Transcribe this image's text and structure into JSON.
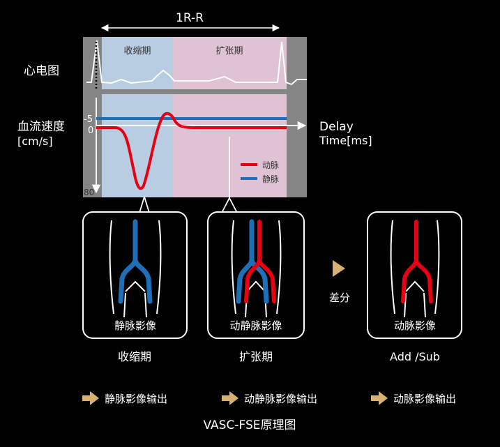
{
  "header": {
    "rr_label": "1R-R"
  },
  "phases": {
    "systole": "收缩期",
    "diastole": "扩张期"
  },
  "left_labels": {
    "ecg": "心电图",
    "flow_velocity": "血流速度",
    "flow_unit": "[cm/s]"
  },
  "axis": {
    "tick_minus5": "-5",
    "tick_zero": "0",
    "tick_80": "80",
    "delay_label": "Delay",
    "time_label": "Time[ms]"
  },
  "legend": {
    "artery": "动脉",
    "vein": "静脉"
  },
  "panels": [
    {
      "image_label": "静脉影像",
      "caption": "收缩期"
    },
    {
      "image_label": "动静脉影像",
      "caption": "扩张期"
    },
    {
      "image_label": "动脉影像",
      "caption": "Add /Sub"
    }
  ],
  "subtraction_label": "差分",
  "outputs": [
    "静脉影像输出",
    "动静脉影像输出",
    "动脉影像输出"
  ],
  "footer": {
    "title": "VASC-FSE原理图"
  },
  "colors": {
    "background": "#000000",
    "systole_bg": "#b9cde2",
    "diastole_bg": "#dfc2d3",
    "gray": "#858585",
    "artery": "#e60012",
    "vein": "#1e6fb8",
    "gold": "#d8b070"
  }
}
